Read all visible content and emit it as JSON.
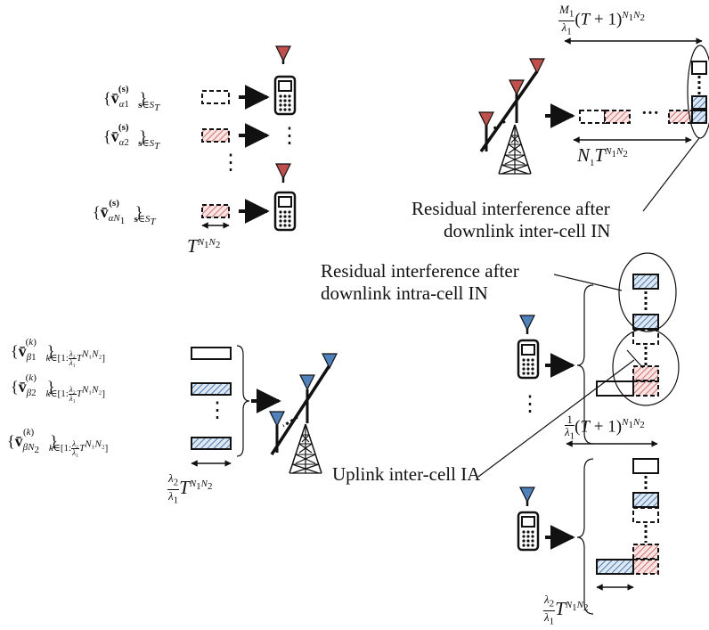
{
  "colors": {
    "red_antenna": "#C0504D",
    "blue_antenna": "#4F81BD",
    "red_hatch": "#E4A0A0",
    "blue_hatch": "#7FA7CC",
    "ink": "#111111"
  },
  "labels": {
    "residual_inter": [
      "Residual interference after",
      "downlink inter-cell IN"
    ],
    "residual_intra": [
      "Residual interference after",
      "downlink intra-cell IN"
    ],
    "uplink_ia": "Uplink inter-cell IA",
    "ellipsis_vertical": "⋮",
    "ellipsis_horizontal": "···"
  },
  "math": {
    "dl_alpha_set": [
      "{v̄",
      "α1",
      "(s)",
      "}",
      "s∈S",
      "T"
    ],
    "dl_alpha_2": [
      "{v̄",
      "α2",
      "(s)",
      "}",
      "s∈S",
      "T"
    ],
    "dl_alpha_n": [
      "{v̄",
      "αN",
      "1",
      "(s)",
      "}",
      "s∈S",
      "T"
    ],
    "dl_width": [
      "T",
      "N",
      "1",
      "N",
      "2"
    ],
    "dl_top_frac_num": "M",
    "dl_top_frac_num_sub": "1",
    "dl_top_frac_den": "λ",
    "dl_top_frac_den_sub": "1",
    "dl_top_rest": "(T + 1)",
    "dl_row_width": [
      "N",
      "1",
      "T"
    ],
    "ul_beta_1": [
      "{v̄",
      "β1",
      "(k)",
      "}"
    ],
    "ul_beta_2": [
      "{v̄",
      "β2",
      "(k)",
      "}"
    ],
    "ul_beta_n": [
      "{v̄",
      "βN",
      "2",
      "(k)",
      "}"
    ],
    "ul_index": "k∈[1:",
    "ul_index_end": "T",
    "ul_index_close": "]",
    "lambda2": "λ",
    "lambda2_sub": "2",
    "lambda1": "λ",
    "lambda1_sub": "1",
    "one": "1",
    "exp": "N₁N₂"
  },
  "icons": [
    "base-station-icon",
    "mobile-phone-icon",
    "antenna-icon"
  ]
}
